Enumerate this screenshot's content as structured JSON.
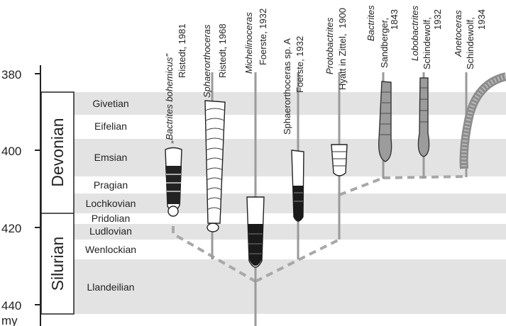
{
  "axis": {
    "unit": "my",
    "ticks": [
      {
        "label": "380",
        "value": 380
      },
      {
        "label": "400",
        "value": 400
      },
      {
        "label": "420",
        "value": 420
      },
      {
        "label": "440",
        "value": 440
      }
    ]
  },
  "periods": [
    {
      "name": "Devonian",
      "from": 385.5,
      "to": 416
    },
    {
      "name": "Silurian",
      "from": 416,
      "to": 443.5
    }
  ],
  "stages": [
    {
      "name": "Givetian",
      "from": 385.5,
      "to": 391.5
    },
    {
      "name": "Eifelian",
      "from": 391.5,
      "to": 397
    },
    {
      "name": "Emsian",
      "from": 397,
      "to": 407
    },
    {
      "name": "Pragian",
      "from": 407,
      "to": 411
    },
    {
      "name": "Lochkovian",
      "from": 411,
      "to": 416
    },
    {
      "name": "Pridolian",
      "from": 416,
      "to": 419
    },
    {
      "name": "Ludlovian",
      "from": 419,
      "to": 423
    },
    {
      "name": "Wenlockian",
      "from": 423,
      "to": 428
    },
    {
      "name": "Llandeilian",
      "from": 428,
      "to": 443.5
    }
  ],
  "taxa": [
    {
      "name": "„Bactrites bohemicus\"",
      "author": "Ristedt, 1981"
    },
    {
      "name": "Sphaerorthoceras",
      "author": "Ristedt, 1968"
    },
    {
      "name": "Michelinoceras",
      "author": "Foerste, 1932"
    },
    {
      "name": "Sphaerorthoceras sp. A",
      "author": "Foerste, 1932"
    },
    {
      "name": "Protobactrites",
      "author": "Hyatt in Zittel,",
      "author2": "1900"
    },
    {
      "name": "Bactrites",
      "author": "Sandberger,",
      "author2": "1843"
    },
    {
      "name": "Lobobactrites",
      "author": "Schindewolf,",
      "author2": "1932"
    },
    {
      "name": "Anetoceras",
      "author": "Schindewolf,",
      "author2": "1934"
    }
  ]
}
